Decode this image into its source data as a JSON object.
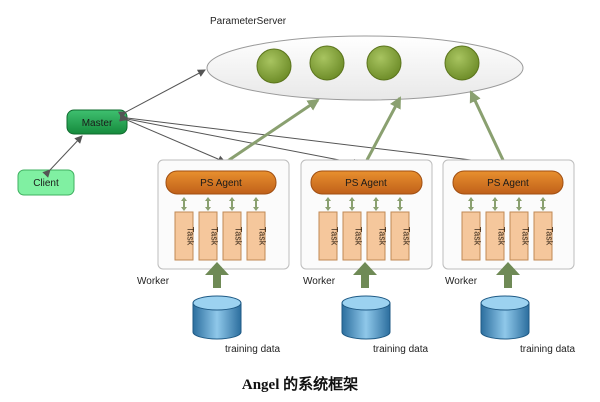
{
  "diagram": {
    "parameter_server_label": "ParameterServer",
    "master_label": "Master",
    "client_label": "Client",
    "ps_agent_label": "PS Agent",
    "task_label": "Task",
    "worker_label": "Worker",
    "training_data_label": "training data",
    "caption": "Angel 的系统框架",
    "colors": {
      "ps_ellipse_fill": "#f4f4f4",
      "ps_node": "#7a9a30",
      "master": "#1f9a4a",
      "client": "#7ff0a0",
      "agent": "#d0741e",
      "task": "#f5c79c",
      "worker_bg": "#fbfbfb",
      "arrow": "#8aa070",
      "db": "#4a90c0"
    }
  }
}
